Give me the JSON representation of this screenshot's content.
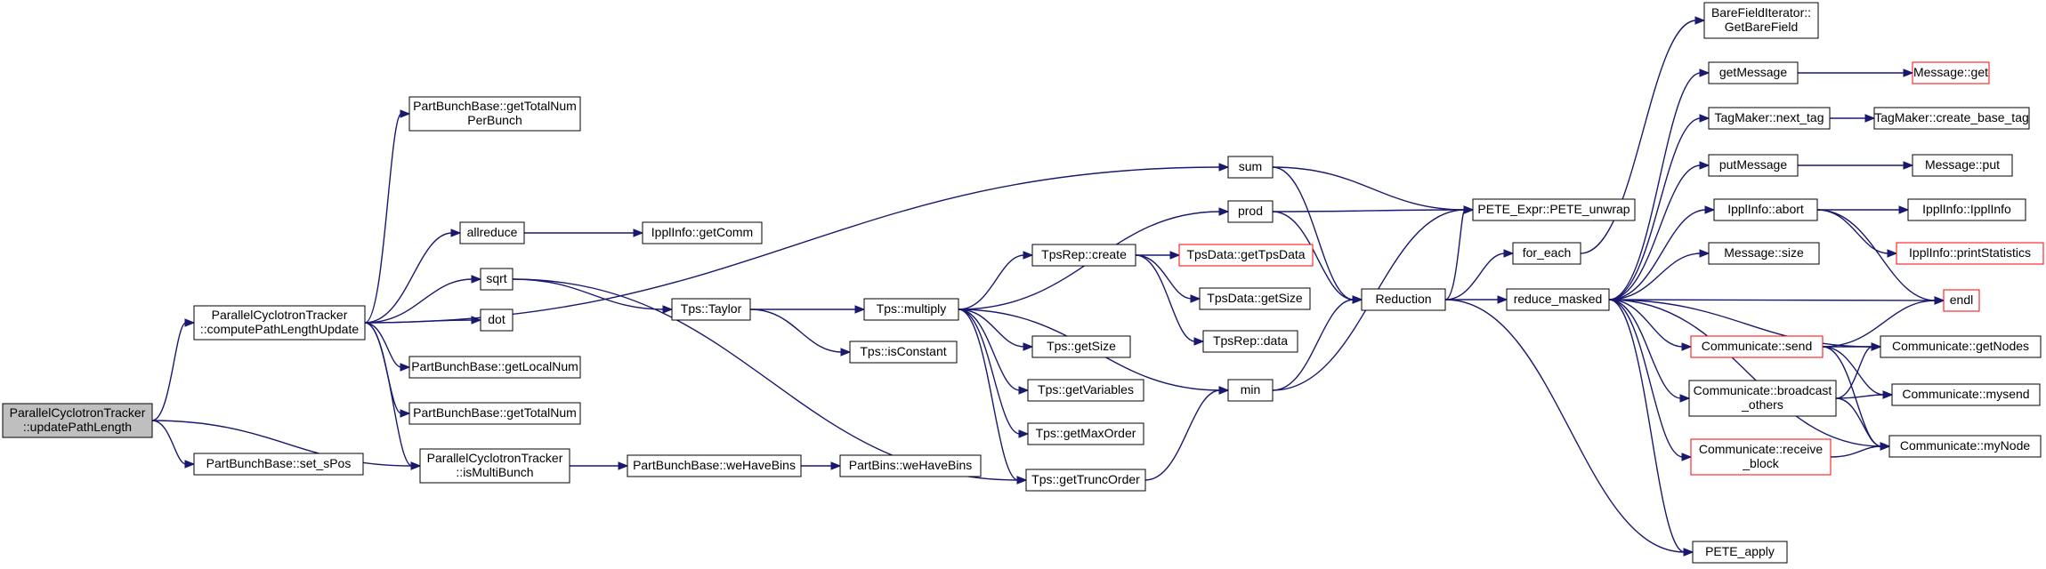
{
  "colors": {
    "edge": "#191970",
    "node_border": "#000000",
    "node_border_truncated": "#ff0000",
    "node_fill": "#ffffff",
    "root_fill": "#bfbfbf"
  },
  "nodes": [
    {
      "id": "root",
      "lines": [
        "ParallelCyclotronTracker",
        "::updatePathLength"
      ],
      "root": true
    },
    {
      "id": "cplu",
      "lines": [
        "ParallelCyclotronTracker",
        "::computePathLengthUpdate"
      ]
    },
    {
      "id": "setspos",
      "lines": [
        "PartBunchBase::set_sPos"
      ]
    },
    {
      "id": "ismulti",
      "lines": [
        "ParallelCyclotronTracker",
        "::isMultiBunch"
      ]
    },
    {
      "id": "gettotnumper",
      "lines": [
        "PartBunchBase::getTotalNum",
        "PerBunch"
      ]
    },
    {
      "id": "allreduce",
      "lines": [
        "allreduce"
      ]
    },
    {
      "id": "sqrt",
      "lines": [
        "sqrt"
      ]
    },
    {
      "id": "dot",
      "lines": [
        "dot"
      ]
    },
    {
      "id": "getlocalnum",
      "lines": [
        "PartBunchBase::getLocalNum"
      ]
    },
    {
      "id": "gettotalnum",
      "lines": [
        "PartBunchBase::getTotalNum"
      ]
    },
    {
      "id": "wehavebins",
      "lines": [
        "PartBunchBase::weHaveBins"
      ]
    },
    {
      "id": "pbwehavebins",
      "lines": [
        "PartBins::weHaveBins"
      ]
    },
    {
      "id": "getcomm",
      "lines": [
        "IpplInfo::getComm"
      ]
    },
    {
      "id": "taylor",
      "lines": [
        "Tps::Taylor"
      ]
    },
    {
      "id": "isconstant",
      "lines": [
        "Tps::isConstant"
      ]
    },
    {
      "id": "multiply",
      "lines": [
        "Tps::multiply"
      ]
    },
    {
      "id": "sum",
      "lines": [
        "sum"
      ]
    },
    {
      "id": "prod",
      "lines": [
        "prod"
      ]
    },
    {
      "id": "tpsrepcreate",
      "lines": [
        "TpsRep::create"
      ]
    },
    {
      "id": "tpsdatagettps",
      "lines": [
        "TpsData::getTpsData"
      ],
      "truncated": true
    },
    {
      "id": "tpsdatagetsize",
      "lines": [
        "TpsData::getSize"
      ]
    },
    {
      "id": "tpsrepdata",
      "lines": [
        "TpsRep::data"
      ]
    },
    {
      "id": "tpsgetsize",
      "lines": [
        "Tps::getSize"
      ]
    },
    {
      "id": "getvariables",
      "lines": [
        "Tps::getVariables"
      ]
    },
    {
      "id": "getmaxorder",
      "lines": [
        "Tps::getMaxOrder"
      ]
    },
    {
      "id": "gettruncorder",
      "lines": [
        "Tps::getTruncOrder"
      ]
    },
    {
      "id": "min",
      "lines": [
        "min"
      ]
    },
    {
      "id": "peteunwrap",
      "lines": [
        "PETE_Expr::PETE_unwrap"
      ]
    },
    {
      "id": "reduction",
      "lines": [
        "Reduction"
      ]
    },
    {
      "id": "foreach",
      "lines": [
        "for_each"
      ]
    },
    {
      "id": "reducemasked",
      "lines": [
        "reduce_masked"
      ]
    },
    {
      "id": "bfi",
      "lines": [
        "BareFieldIterator::",
        "GetBareField"
      ]
    },
    {
      "id": "getmessage",
      "lines": [
        "getMessage"
      ]
    },
    {
      "id": "messageget",
      "lines": [
        "Message::get"
      ],
      "truncated": true
    },
    {
      "id": "nexttag",
      "lines": [
        "TagMaker::next_tag"
      ]
    },
    {
      "id": "createbasetag",
      "lines": [
        "TagMaker::create_base_tag"
      ]
    },
    {
      "id": "putmessage",
      "lines": [
        "putMessage"
      ]
    },
    {
      "id": "messageput",
      "lines": [
        "Message::put"
      ]
    },
    {
      "id": "abort",
      "lines": [
        "IpplInfo::abort"
      ]
    },
    {
      "id": "ipplinfo",
      "lines": [
        "IpplInfo::IpplInfo"
      ]
    },
    {
      "id": "printstats",
      "lines": [
        "IpplInfo::printStatistics"
      ],
      "truncated": true
    },
    {
      "id": "messagesize",
      "lines": [
        "Message::size"
      ]
    },
    {
      "id": "endl",
      "lines": [
        "endl"
      ],
      "truncated": true
    },
    {
      "id": "send",
      "lines": [
        "Communicate::send"
      ],
      "truncated": true
    },
    {
      "id": "getnodes",
      "lines": [
        "Communicate::getNodes"
      ]
    },
    {
      "id": "broadcast",
      "lines": [
        "Communicate::broadcast",
        "_others"
      ]
    },
    {
      "id": "mysend",
      "lines": [
        "Communicate::mysend"
      ]
    },
    {
      "id": "receive",
      "lines": [
        "Communicate::receive",
        "_block"
      ],
      "truncated": true
    },
    {
      "id": "mynode",
      "lines": [
        "Communicate::myNode"
      ]
    },
    {
      "id": "peteapply",
      "lines": [
        "PETE_apply"
      ]
    }
  ],
  "edges": [
    [
      "root",
      "cplu"
    ],
    [
      "root",
      "setspos"
    ],
    [
      "root",
      "ismulti"
    ],
    [
      "cplu",
      "gettotnumper"
    ],
    [
      "cplu",
      "sum"
    ],
    [
      "cplu",
      "allreduce"
    ],
    [
      "cplu",
      "sqrt"
    ],
    [
      "cplu",
      "dot"
    ],
    [
      "cplu",
      "getlocalnum"
    ],
    [
      "cplu",
      "gettotalnum"
    ],
    [
      "cplu",
      "ismulti"
    ],
    [
      "ismulti",
      "wehavebins"
    ],
    [
      "wehavebins",
      "pbwehavebins"
    ],
    [
      "allreduce",
      "getcomm"
    ],
    [
      "sqrt",
      "taylor"
    ],
    [
      "sqrt",
      "gettruncorder"
    ],
    [
      "taylor",
      "multiply"
    ],
    [
      "taylor",
      "isconstant"
    ],
    [
      "multiply",
      "prod"
    ],
    [
      "multiply",
      "tpsrepcreate"
    ],
    [
      "multiply",
      "min"
    ],
    [
      "multiply",
      "tpsgetsize"
    ],
    [
      "multiply",
      "getvariables"
    ],
    [
      "multiply",
      "getmaxorder"
    ],
    [
      "multiply",
      "gettruncorder"
    ],
    [
      "tpsrepcreate",
      "tpsdatagettps"
    ],
    [
      "tpsrepcreate",
      "tpsdatagetsize"
    ],
    [
      "tpsrepcreate",
      "tpsrepdata"
    ],
    [
      "gettruncorder",
      "min"
    ],
    [
      "sum",
      "peteunwrap"
    ],
    [
      "sum",
      "reduction"
    ],
    [
      "prod",
      "peteunwrap"
    ],
    [
      "prod",
      "reduction"
    ],
    [
      "min",
      "peteunwrap"
    ],
    [
      "min",
      "reduction"
    ],
    [
      "reduction",
      "peteunwrap"
    ],
    [
      "reduction",
      "foreach"
    ],
    [
      "reduction",
      "reducemasked"
    ],
    [
      "reduction",
      "peteapply"
    ],
    [
      "foreach",
      "bfi"
    ],
    [
      "reducemasked",
      "getmessage"
    ],
    [
      "reducemasked",
      "nexttag"
    ],
    [
      "reducemasked",
      "putmessage"
    ],
    [
      "reducemasked",
      "abort"
    ],
    [
      "reducemasked",
      "messagesize"
    ],
    [
      "reducemasked",
      "endl"
    ],
    [
      "reducemasked",
      "send"
    ],
    [
      "reducemasked",
      "getnodes"
    ],
    [
      "reducemasked",
      "broadcast"
    ],
    [
      "reducemasked",
      "receive"
    ],
    [
      "reducemasked",
      "mynode"
    ],
    [
      "reducemasked",
      "peteapply"
    ],
    [
      "getmessage",
      "messageget"
    ],
    [
      "nexttag",
      "createbasetag"
    ],
    [
      "putmessage",
      "messageput"
    ],
    [
      "abort",
      "ipplinfo"
    ],
    [
      "abort",
      "printstats"
    ],
    [
      "abort",
      "endl"
    ],
    [
      "send",
      "endl"
    ],
    [
      "send",
      "getnodes"
    ],
    [
      "send",
      "mysend"
    ],
    [
      "send",
      "mynode"
    ],
    [
      "broadcast",
      "getnodes"
    ],
    [
      "broadcast",
      "mysend"
    ],
    [
      "broadcast",
      "mynode"
    ],
    [
      "receive",
      "mynode"
    ]
  ]
}
